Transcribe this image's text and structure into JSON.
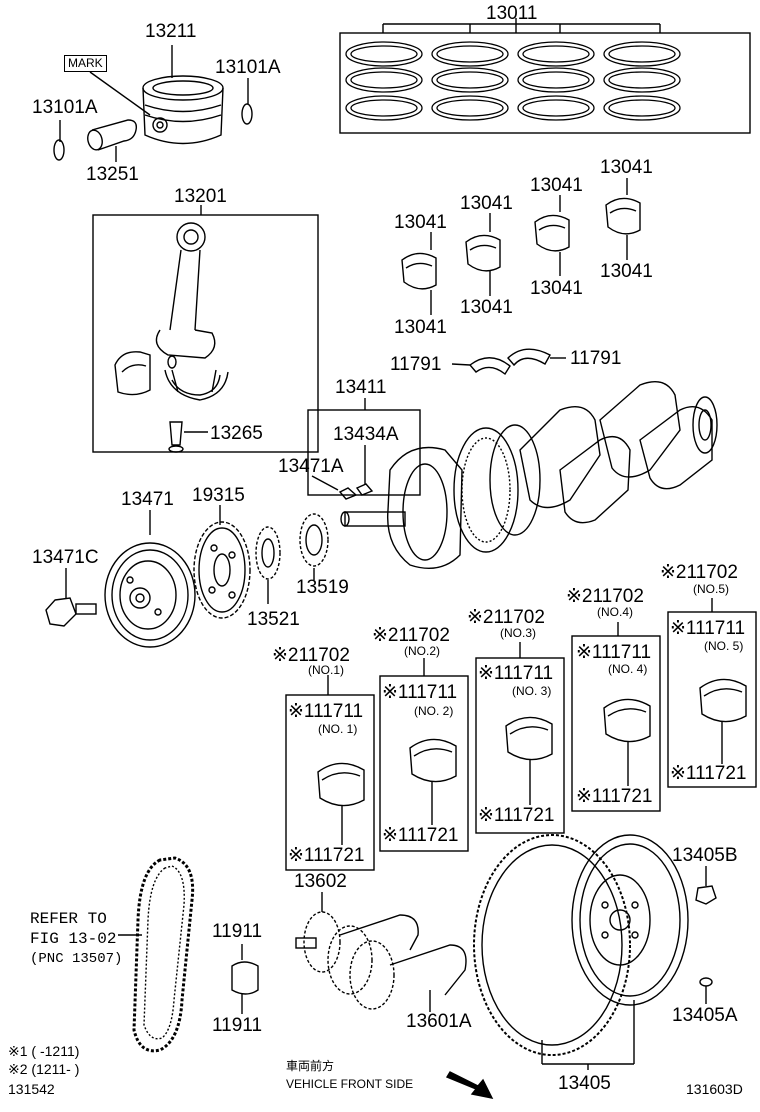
{
  "labels": {
    "p13011": "13011",
    "p13211": "13211",
    "mark": "MARK",
    "p13101a_r": "13101A",
    "p13101a_l": "13101A",
    "p13251": "13251",
    "p13201": "13201",
    "p13265": "13265",
    "b1": "13041",
    "b2": "13041",
    "b3": "13041",
    "b4": "13041",
    "b5": "13041",
    "b6": "13041",
    "b7": "13041",
    "b8": "13041",
    "w1": "11791",
    "w2": "11791",
    "p13411": "13411",
    "p13434a": "13434A",
    "p13471a": "13471A",
    "p13471": "13471",
    "p19315": "19315",
    "p13471c": "13471C",
    "p13521": "13521",
    "p13519": "13519",
    "g1_11702": "※211702",
    "g1_no_top": "(NO.1)",
    "g1_11711": "※111711",
    "g1_no": "(NO. 1)",
    "g1_11721": "※111721",
    "g2_11702": "※211702",
    "g2_no_top": "(NO.2)",
    "g2_11711": "※111711",
    "g2_no": "(NO. 2)",
    "g2_11721": "※111721",
    "g3_11702": "※211702",
    "g3_no_top": "(NO.3)",
    "g3_11711": "※111711",
    "g3_no": "(NO. 3)",
    "g3_11721": "※111721",
    "g4_11702": "※211702",
    "g4_no_top": "(NO.4)",
    "g4_11711": "※111711",
    "g4_no": "(NO. 4)",
    "g4_11721": "※111721",
    "g5_11702": "※211702",
    "g5_no_top": "(NO.5)",
    "g5_11711": "※111711",
    "g5_no": "(NO. 5)",
    "g5_11721": "※111721",
    "refer_1": "REFER TO",
    "refer_2": "FIG 13-02",
    "refer_3": "(PNC 13507)",
    "p13602": "13602",
    "p11911_top": "11911",
    "p11911_bot": "11911",
    "p13601a": "13601A",
    "p13405b": "13405B",
    "p13405a": "13405A",
    "p13405": "13405",
    "note1": "※1 (      -1211)",
    "note2": "※2 (1211-      )",
    "code_left": "131542",
    "code_right": "131603D",
    "front_jp": "車両前方",
    "front_en": "VEHICLE FRONT SIDE"
  }
}
